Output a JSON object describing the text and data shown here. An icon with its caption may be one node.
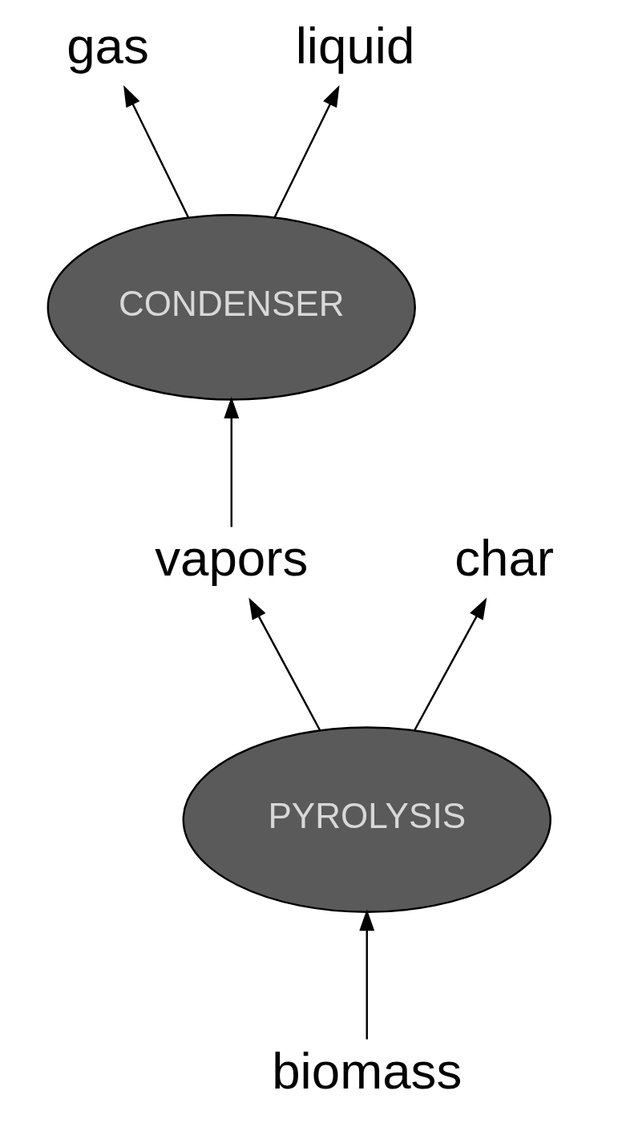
{
  "diagram": {
    "nodes": [
      {
        "text": [
          "biomass"
        ]
      },
      {
        "text": [
          "PYROLYSIS"
        ]
      },
      {
        "text": [
          "vapors"
        ]
      },
      {
        "text": [
          "char"
        ]
      },
      {
        "text": [
          "CONDENSER"
        ]
      },
      {
        "text": [
          "gas"
        ]
      },
      {
        "text": [
          "liquid"
        ]
      }
    ],
    "edges": [
      {
        "from": 0,
        "to": 1,
        "arrow": "to"
      },
      {
        "from": 1,
        "to": 2,
        "arrow": "to"
      },
      {
        "from": 1,
        "to": 3,
        "arrow": "to"
      },
      {
        "from": 2,
        "to": 4,
        "arrow": "to"
      },
      {
        "from": 4,
        "to": 5,
        "arrow": "to"
      },
      {
        "from": 4,
        "to": 6,
        "arrow": "to"
      }
    ]
  }
}
